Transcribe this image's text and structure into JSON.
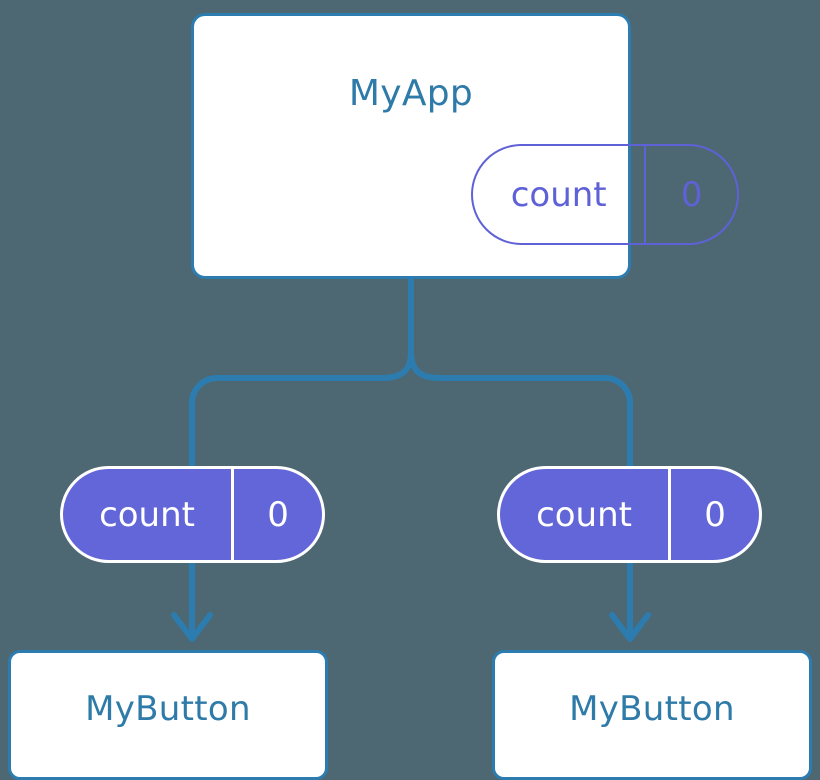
{
  "diagram": {
    "type": "component-state-tree",
    "background_color": "#4d6872",
    "accent_line_color": "#2c7cb0",
    "component_text_color": "#2e7aa8",
    "state_outline_color": "#5f61d6",
    "state_fill_color": "#6366d8",
    "state_text_color": "#ffffff"
  },
  "root_component": {
    "name": "MyApp",
    "state": {
      "key": "count",
      "value": "0"
    }
  },
  "branches": [
    {
      "side": "left",
      "state": {
        "key": "count",
        "value": "0"
      },
      "component": {
        "name": "MyButton"
      }
    },
    {
      "side": "right",
      "state": {
        "key": "count",
        "value": "0"
      },
      "component": {
        "name": "MyButton"
      }
    }
  ]
}
